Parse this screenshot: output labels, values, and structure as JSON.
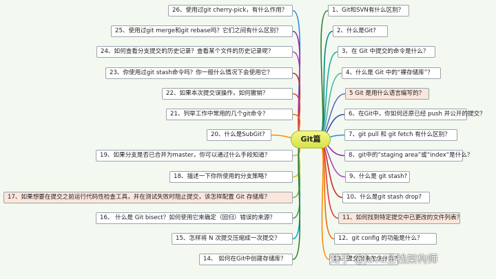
{
  "center": "Git篇",
  "right_branches": [
    "1、Git和SVN有什么区别？",
    "2、什么是Git?",
    "3、在 Git 中提交的命令是什么？",
    "4、什么是 Git 中的“裸存储库”？",
    "5 Git 是用什么语言编写的？",
    "6、在Git中，你如何还原已经 push 并公开的提交？",
    "7、git pull 和 git fetch 有什么区别？",
    "8、git中的“staging area”或“index”是什么？",
    "9、什么是 git stash?",
    "10、什么是git stash drop?",
    "11、如何找到特定提交中已更改的文件列表？",
    "12、git config 的功能是什么？",
    "13、提交对象包含什么？"
  ],
  "left_branches": [
    "26、使用过git cherry-pick，有什么作用？",
    "25、使用过git merge和git rebase吗？它们之间有什么区别？",
    "24、如何查看分支提交的历史记录？查看某个文件的历史记录呢？",
    "23、你使用过git stash命令吗？你一般什么情况下会使用它？",
    "22、如果本次提交误操作，如何撤销？",
    "21、列举工作中常用的几个git命令？",
    "20、什么是SubGit?",
    "19、如果分支是否已合并为master，你可以通过什么手段知道？",
    "18、描述一下你所使用的分支策略？",
    "17、如果想要在提交之前运行代码性检查工具，并在测试失败时阻止提交，该怎样配置 Git 存储库？",
    "16、 什么是 Git bisect？如何使用它来确定（回归）错误的来源？",
    "15、怎样将 N 次提交压缩成一次提交？",
    "14、 如何在Git中创建存储库？"
  ],
  "branch_colors": [
    "#2e7d32",
    "#00897b",
    "#26a69a",
    "#4db6ac",
    "#5c6bc0",
    "#3949ab",
    "#1e88e5",
    "#8e24aa",
    "#ab47bc",
    "#c62828",
    "#e53935",
    "#ef6c00",
    "#fb8c00",
    "#f9a825",
    "#d4c400",
    "#7cb342",
    "#43a047",
    "#00acc1"
  ],
  "watermark": "知乎 @Java全栈架构师"
}
